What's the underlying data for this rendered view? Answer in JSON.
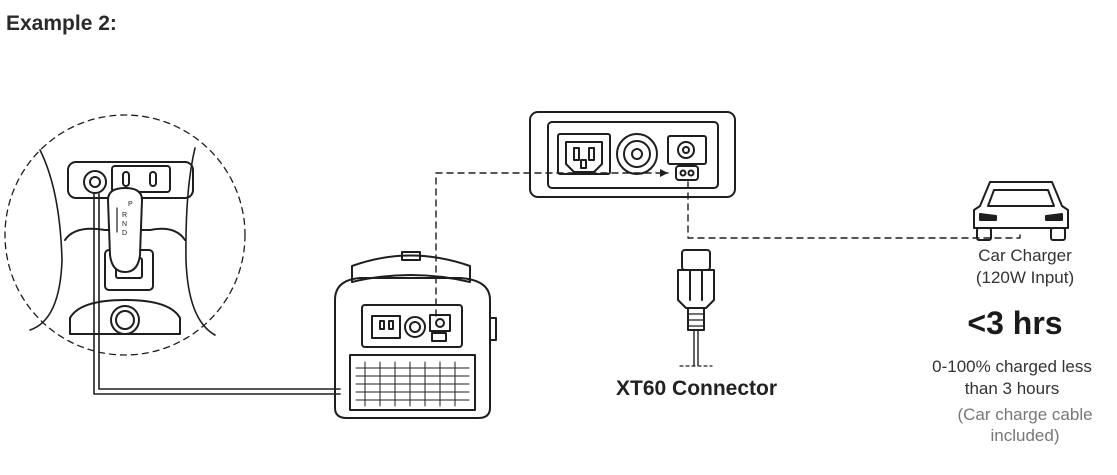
{
  "heading": "Example 2:",
  "connector_label": "XT60 Connector",
  "car_charger": {
    "line1": "Car Charger",
    "line2": "(120W Input)"
  },
  "charge_time": "<3 hrs",
  "description": {
    "line1": "0-100% charged less",
    "line2": "than 3 hours"
  },
  "note": {
    "line1": "(Car charge cable",
    "line2": "included)"
  },
  "gear_letters": [
    "P",
    "R",
    "N",
    "D"
  ],
  "colors": {
    "line": "#1e1e1e",
    "note_text": "#777777"
  },
  "icons": [
    "car-icon",
    "xt60-plug-icon",
    "power-station-icon",
    "car-console-icon"
  ]
}
